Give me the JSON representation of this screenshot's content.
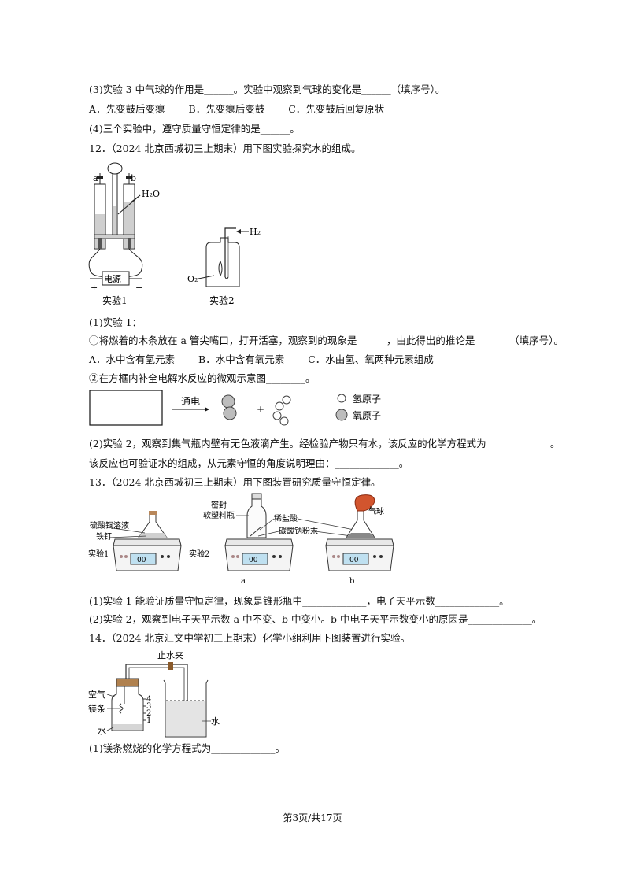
{
  "lines": {
    "q11_3": "(3)实验 3 中气球的作用是______。实验中观察到气球的变化是______（填序号）。",
    "q11_3_opts": [
      "A．先变鼓后变瘪",
      "B．先变瘪后变鼓",
      "C．先变鼓后回复原状"
    ],
    "q11_4": "(4)三个实验中，遵守质量守恒定律的是______。",
    "q12": "12．（2024 北京西城初三上期末）用下图实验探究水的组成。",
    "q12_1": "(1)实验 1：",
    "q12_1a": "①将燃着的木条放在 a 管尖嘴口，打开活塞，观察到的现象是______，由此得出的推论是_______（填序号）。",
    "q12_1a_opts": [
      "A．水中含有氢元素",
      "B．水中含有氧元素",
      "C．水由氢、氧两种元素组成"
    ],
    "q12_1b": "②在方框内补全电解水反应的微观示意图________。",
    "q12_2a": "(2)实验 2，观察到集气瓶内壁有无色液滴产生。经检验产物只有水，该反应的化学方程式为_____________。",
    "q12_2b": "该反应也可验证水的组成，从元素守恒的角度说明理由：_____________。",
    "q13": "13．（2024 北京西城初三上期末）用下图装置研究质量守恒定律。",
    "q13_1": "(1)实验 1 能验证质量守恒定律，现象是锥形瓶中_____________，电子天平示数_____________。",
    "q13_2": "(2)实验 2，观察到电子天平示数 a 中不变、b 中变小。b 中电子天平示数变小的原因是_____________。",
    "q14": "14．（2024 北京汇文中学初三上期末）化学小组利用下图装置进行实验。",
    "q14_1": "(1)镁条燃烧的化学方程式为_____________。"
  },
  "fig12": {
    "label_a": "a",
    "label_b": "b",
    "label_h2o": "H₂O",
    "label_power": "电源",
    "label_plus": "+",
    "label_minus": "−",
    "caption1": "实验1",
    "label_h2": "H₂",
    "label_o2": "O₂",
    "caption2": "实验2"
  },
  "micro": {
    "arrow_label": "通电",
    "plus": "+",
    "legend_h": "氢原子",
    "legend_o": "氧原子"
  },
  "fig13": {
    "label_cuso4": "硫酸铜溶液",
    "label_nail": "铁钉",
    "label_exp1": "实验1",
    "label_sealed1": "密封",
    "label_sealed2": "软塑料瓶",
    "label_exp2": "实验2",
    "label_hcl": "稀盐酸",
    "label_na2co3": "碳酸钠粉末",
    "label_balloon": "气球",
    "display_a": "00",
    "display_b": "00",
    "display_c": "00",
    "caption_a": "a",
    "caption_b": "b"
  },
  "fig14": {
    "label_clamp": "止水夹",
    "label_air": "空气",
    "label_mg": "镁条",
    "label_water1": "水",
    "label_water2": "水",
    "scale": [
      "4",
      "3",
      "2",
      "1"
    ]
  },
  "footer": "第3页/共17页"
}
